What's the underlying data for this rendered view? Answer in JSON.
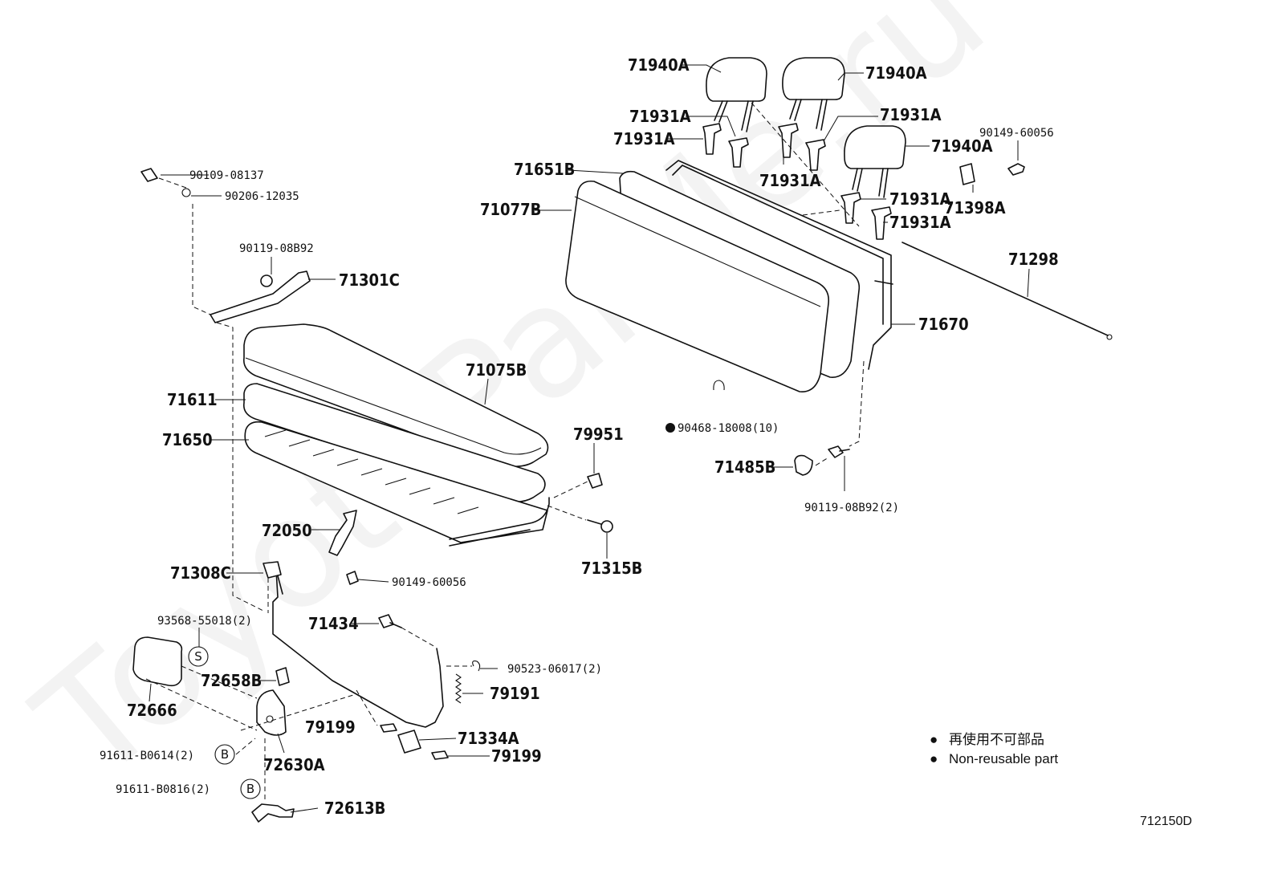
{
  "watermark": "ToyotaParMe.ru",
  "diagram_code": "712150D",
  "legend": {
    "symbol": "●",
    "japanese": "再使用不可部品",
    "english": "Non-reusable part"
  },
  "circle_symbols": {
    "s": "S",
    "b": "B"
  },
  "parts": {
    "p71940A_1": "71940A",
    "p71940A_2": "71940A",
    "p71940A_3": "71940A",
    "p71931A_1": "71931A",
    "p71931A_2": "71931A",
    "p71931A_3": "71931A",
    "p71931A_4": "71931A",
    "p71931A_5": "71931A",
    "p71931A_6": "71931A",
    "p90149_60056_top": "90149-60056",
    "p71398A": "71398A",
    "p71651B": "71651B",
    "p71077B": "71077B",
    "p71298": "71298",
    "p71670": "71670",
    "p90468": "90468-18008(10)",
    "p71485B": "71485B",
    "p90119_08B92_2": "90119-08B92(2)",
    "p90109_08137": "90109-08137",
    "p90206_12035": "90206-12035",
    "p90119_08B92": "90119-08B92",
    "p71301C": "71301C",
    "p71075B": "71075B",
    "p71611": "71611",
    "p71650": "71650",
    "p79951": "79951",
    "p72050": "72050",
    "p90149_60056": "90149-60056",
    "p71315B": "71315B",
    "p71308C": "71308C",
    "p93568": "93568-55018(2)",
    "p71434": "71434",
    "p90523": "90523-06017(2)",
    "p72658B": "72658B",
    "p79191": "79191",
    "p72666": "72666",
    "p79199_1": "79199",
    "p71334A": "71334A",
    "p79199_2": "79199",
    "p91611_B0614": "91611-B0614(2)",
    "p72630A": "72630A",
    "p91611_B0816": "91611-B0816(2)",
    "p72613B": "72613B"
  }
}
